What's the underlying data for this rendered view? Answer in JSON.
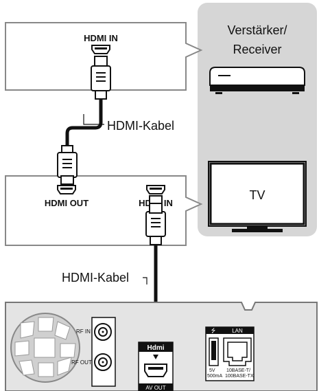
{
  "amplifier_box": {
    "port_label": "HDMI IN"
  },
  "tv_box": {
    "out_label": "HDMI OUT",
    "in_label": "HDMI IN"
  },
  "side_panel": {
    "amplifier_label_line1": "Verstärker/",
    "amplifier_label_line2": "Receiver",
    "tv_label": "TV"
  },
  "cables": {
    "upper_label": "HDMI-Kabel",
    "lower_label": "HDMI-Kabel"
  },
  "device_panel": {
    "rf_in_label": "RF IN",
    "rf_out_label": "RF OUT",
    "hdmi_logo": "Hdmi",
    "av_out_label": "AV OUT",
    "lan_label": "LAN",
    "usb_rating_line1": "5V",
    "usb_rating_line2": "500mA",
    "lan_spec_line1": "10BASE-T/",
    "lan_spec_line2": "100BASE-TX"
  },
  "colors": {
    "panel_gray": "#d6d6d6",
    "device_fill": "#e4e4e4",
    "line": "#111111"
  }
}
